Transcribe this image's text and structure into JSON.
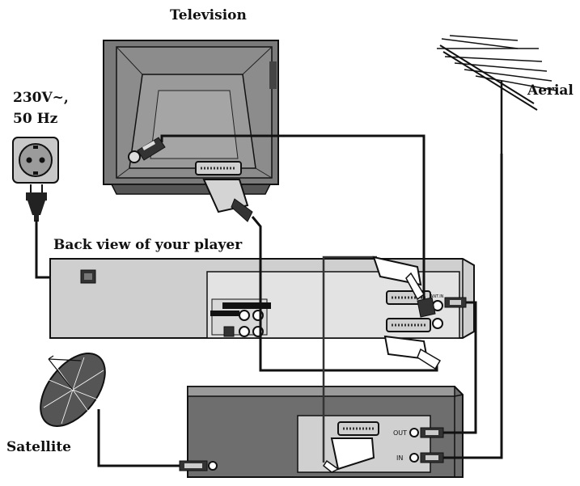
{
  "labels": {
    "television": "Television",
    "power_line1": "230V~,",
    "power_line2": "50 Hz",
    "aerial": "Aerial",
    "player": "Back view of your player",
    "satellite": "Satellite",
    "receiver_out": "OUT",
    "receiver_in": "IN",
    "panel_right": "ANT.IN"
  },
  "colors": {
    "device_fill": "#cfcfcf",
    "device_dark": "#6e6e6e",
    "panel_fill": "#e0e0e0",
    "cable": "#111111"
  }
}
